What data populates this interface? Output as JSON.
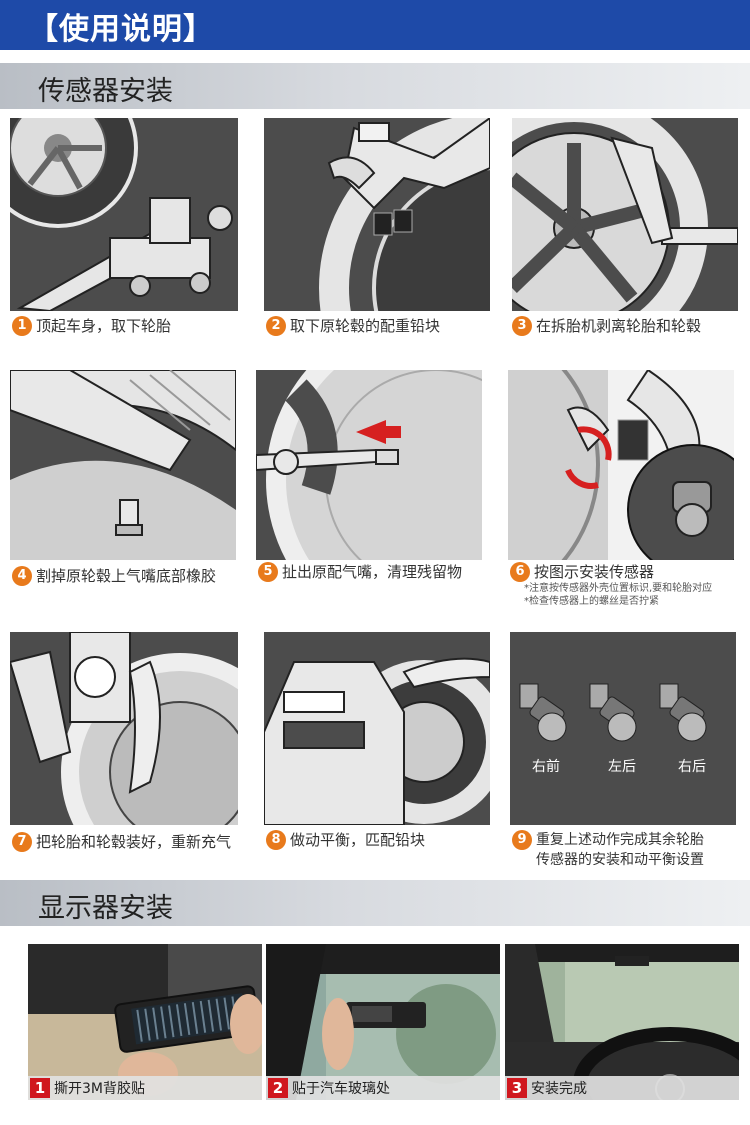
{
  "header": {
    "title": "【使用说明】"
  },
  "sensor_section": {
    "title": "传感器安装",
    "steps": [
      {
        "num": "1",
        "text": "顶起车身，取下轮胎"
      },
      {
        "num": "2",
        "text": "取下原轮毂的配重铅块"
      },
      {
        "num": "3",
        "text": "在拆胎机剥离轮胎和轮毂"
      },
      {
        "num": "4",
        "text": "割掉原轮毂上气嘴底部橡胶"
      },
      {
        "num": "5",
        "text": "扯出原配气嘴，清理残留物"
      },
      {
        "num": "6",
        "text": "按图示安装传感器"
      },
      {
        "num": "7",
        "text": "把轮胎和轮毂装好，重新充气"
      },
      {
        "num": "8",
        "text": "做动平衡，匹配铅块"
      },
      {
        "num": "9",
        "text": "重复上述动作完成其余轮胎",
        "text2": "传感器的安装和动平衡设置"
      }
    ],
    "notes": [
      "*注意按传感器外壳位置标识,要和轮胎对应",
      "*检查传感器上的螺丝是否拧紧"
    ],
    "sensor_labels": [
      "右前",
      "左后",
      "右后"
    ]
  },
  "display_section": {
    "title": "显示器安装",
    "steps": [
      {
        "num": "1",
        "text": "撕开3M背胶贴"
      },
      {
        "num": "2",
        "text": "贴于汽车玻璃处"
      },
      {
        "num": "3",
        "text": "安装完成"
      }
    ]
  },
  "colors": {
    "header_blue": "#1e4aa8",
    "step_orange": "#e87a1c",
    "photo_num_red": "#d0171e",
    "panel_gray": "#4c4c4c"
  }
}
